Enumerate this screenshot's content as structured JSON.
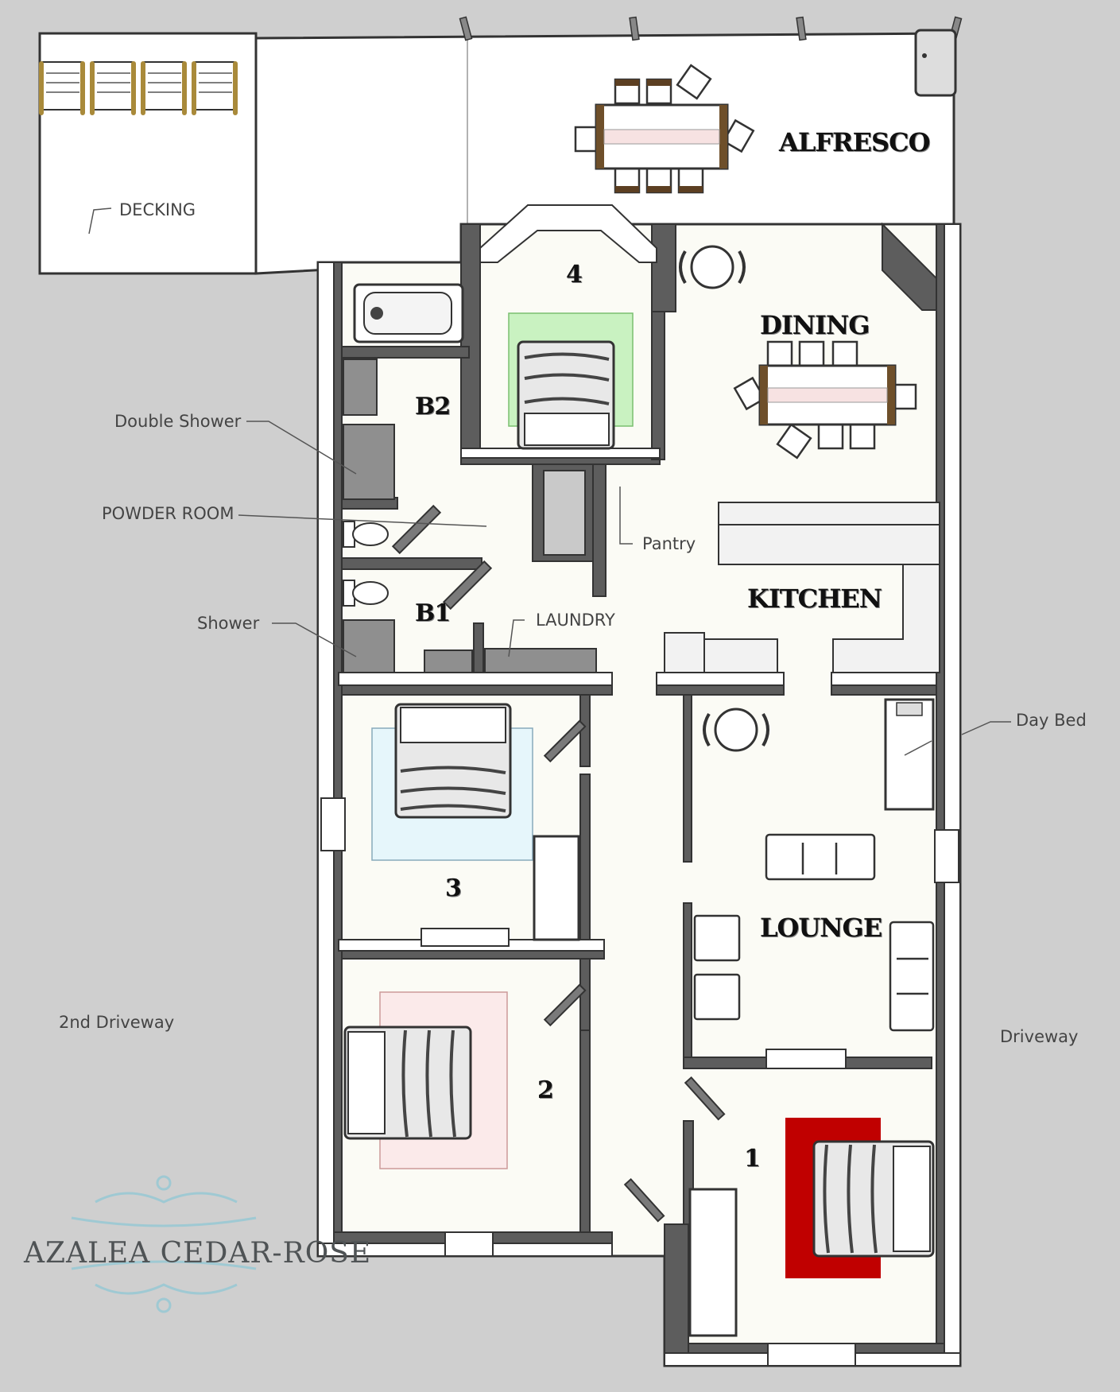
{
  "rooms": {
    "alfresco": "ALFRESCO",
    "dining": "DINING",
    "kitchen": "KITCHEN",
    "lounge": "LOUNGE",
    "b1": "B1",
    "b2": "B2",
    "bed1": "1",
    "bed2": "2",
    "bed3": "3",
    "bed4": "4"
  },
  "annotations": {
    "decking": "DECKING",
    "double_shower": "Double Shower",
    "powder_room": "POWDER ROOM",
    "shower": "Shower",
    "laundry": "LAUNDRY",
    "pantry": "Pantry",
    "day_bed": "Day Bed",
    "second_driveway": "2nd Driveway",
    "driveway": "Driveway"
  },
  "brand": {
    "name": "AZALEA CEDAR-ROSE"
  },
  "colors": {
    "background": "#cfcfcf",
    "floor": "#fbfbf5",
    "wall": "#ffffff",
    "wall_shade": "#5d5d5d",
    "bed4_rug": "#c9f2c1",
    "bed3_rug": "#e6f6fb",
    "bed2_rug": "#fbeaea",
    "bed1_rug": "#c00000",
    "ornament": "#9fc9d3"
  }
}
